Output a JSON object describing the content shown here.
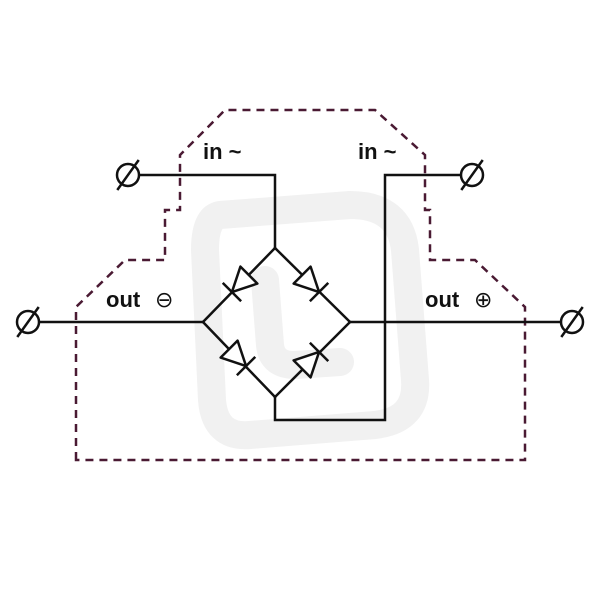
{
  "labels": {
    "in_left": "in ~",
    "in_right": "in ~",
    "out_neg": "out",
    "out_neg_symbol": "⊖",
    "out_pos": "out",
    "out_pos_symbol": "⊕"
  },
  "colors": {
    "wire": "#111111",
    "housing": "#4a1a33",
    "watermark": "#f1f1f1"
  },
  "icons": {
    "terminal": "terminal-icon",
    "diode": "diode-icon"
  }
}
